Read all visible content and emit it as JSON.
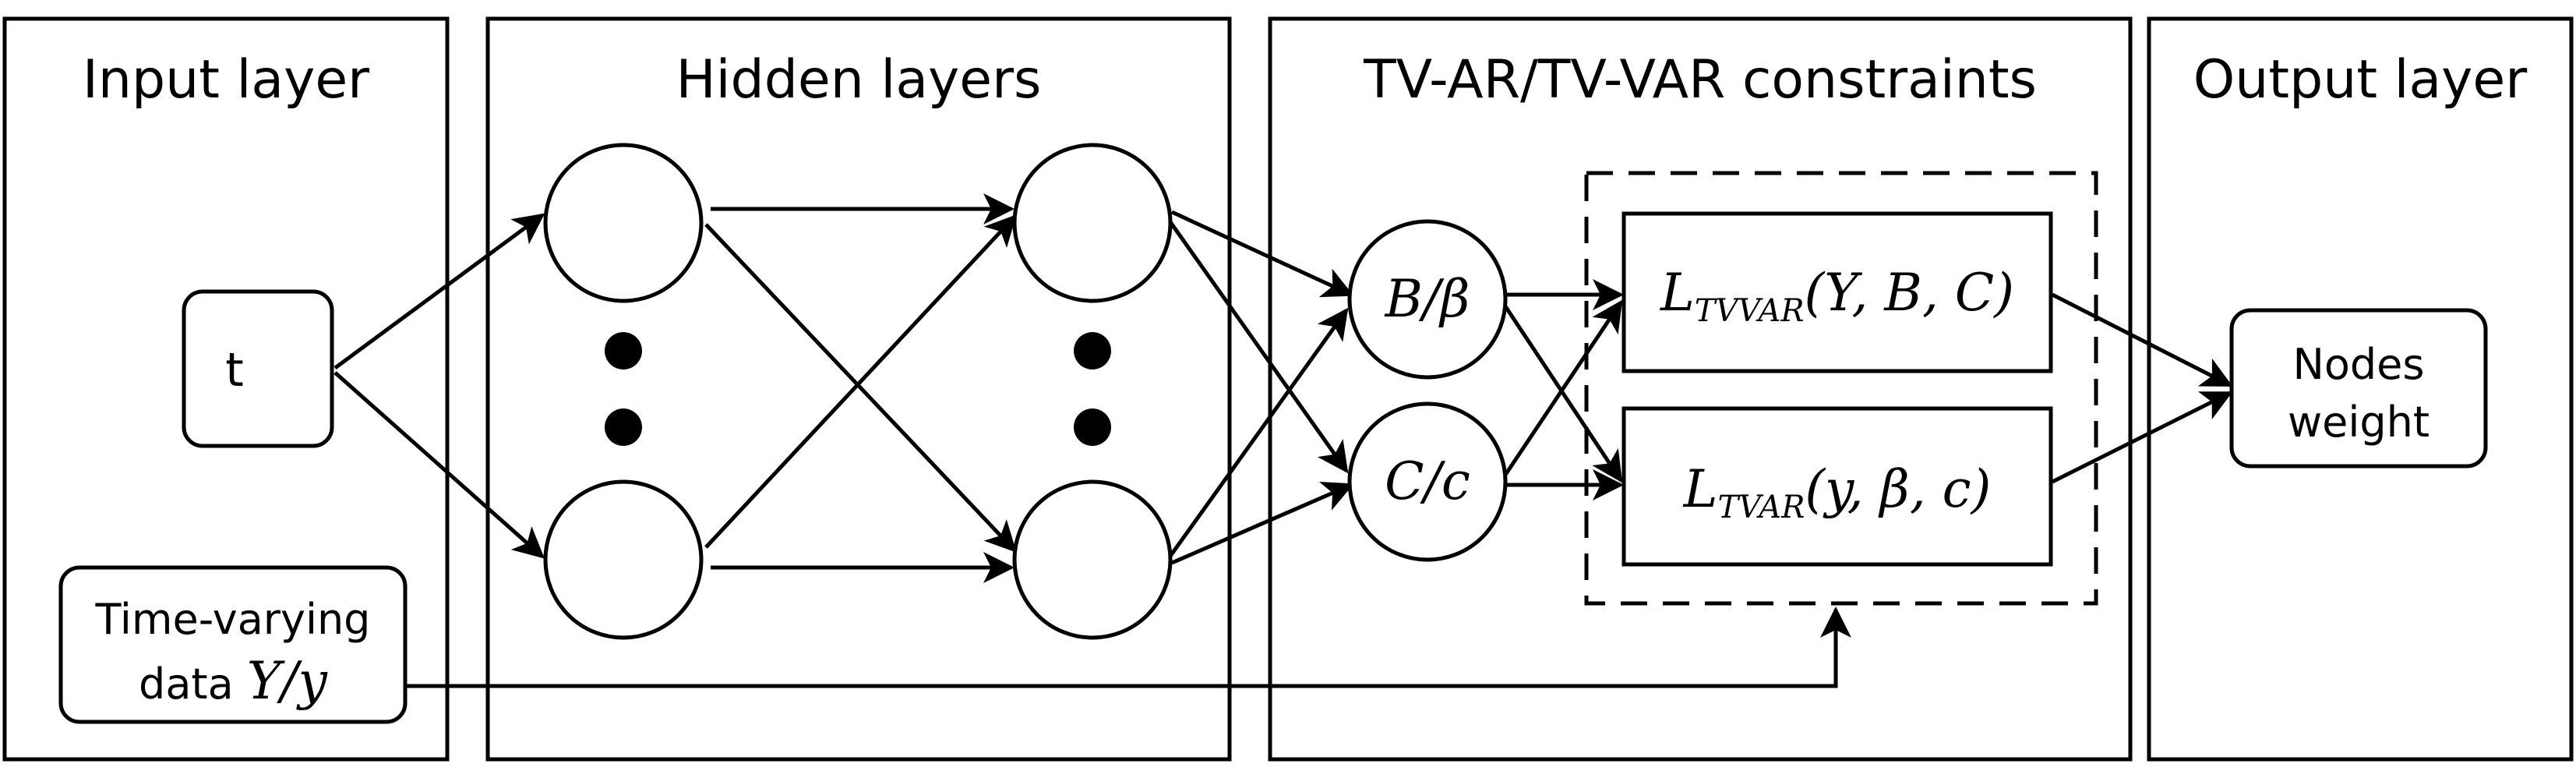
{
  "panels": {
    "input": {
      "title": "Input layer"
    },
    "hidden": {
      "title": "Hidden layers"
    },
    "constraints": {
      "title": "TV-AR/TV-VAR constraints"
    },
    "output": {
      "title": "Output layer"
    }
  },
  "nodes": {
    "t": "t",
    "data_line1": "Time-varying",
    "data_line2": "data ",
    "data_math": "Y/y",
    "b_beta": "B/β",
    "c_c": "C/c",
    "loss_tvvar_main": "L",
    "loss_tvvar_sub": "TVVAR",
    "loss_tvvar_args": "(Y, B, C)",
    "loss_tvar_main": "L",
    "loss_tvar_sub": "TVAR",
    "loss_tvar_args": "(y, β, c)",
    "output_line1": "Nodes",
    "output_line2": "weight"
  }
}
